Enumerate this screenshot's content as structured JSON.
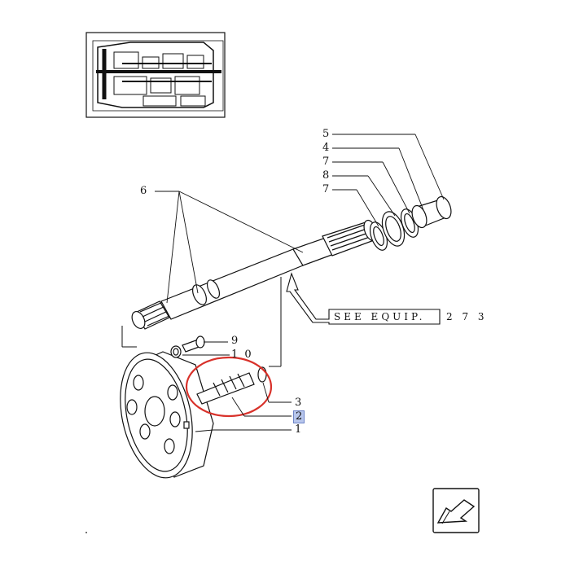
{
  "diagram": {
    "callouts": {
      "c1": "1",
      "c2": "2",
      "c3": "3",
      "c4": "4",
      "c5": "5",
      "c6": "6",
      "c7a": "7",
      "c7b": "7",
      "c8": "8",
      "c9": "9",
      "c10": "1 0"
    },
    "see_equip": "SEE EQUIP.",
    "see_equip_number": "2 7 3",
    "selected_callout": "2",
    "highlight_color": "#d8312a",
    "selection_color": "#b7c6ec"
  }
}
